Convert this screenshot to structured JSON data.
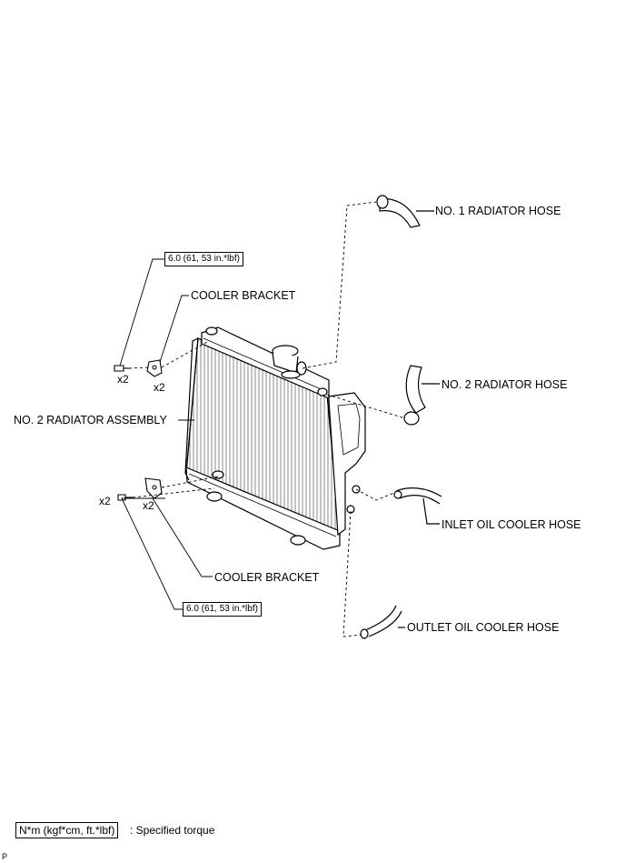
{
  "labels": {
    "no1_radiator_hose": "NO. 1 RADIATOR HOSE",
    "cooler_bracket_upper": "COOLER BRACKET",
    "no2_radiator_hose": "NO. 2 RADIATOR HOSE",
    "no2_radiator_assembly": "NO. 2 RADIATOR ASSEMBLY",
    "inlet_oil_cooler_hose": "INLET OIL COOLER HOSE",
    "cooler_bracket_lower": "COOLER BRACKET",
    "outlet_oil_cooler_hose": "OUTLET OIL COOLER HOSE"
  },
  "torque": {
    "upper": "6.0 (61, 53 in.*lbf)",
    "lower": "6.0 (61, 53 in.*lbf)"
  },
  "quantities": {
    "upper_bolt": "x2",
    "upper_bracket": "x2",
    "lower_bolt": "x2",
    "lower_bracket": "x2"
  },
  "legend": {
    "unit": "N*m (kgf*cm, ft.*lbf)",
    "description": ": Specified torque"
  },
  "corner_mark": "P"
}
